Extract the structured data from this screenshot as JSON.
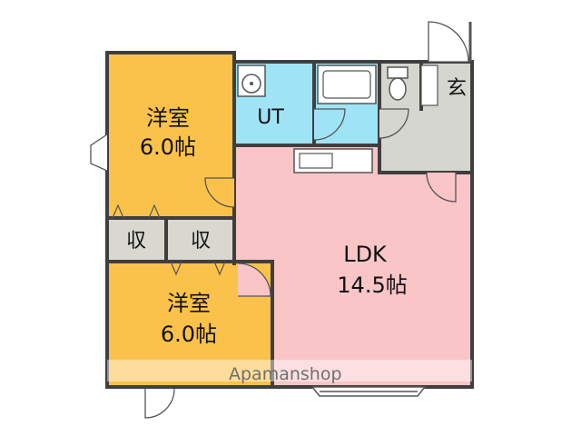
{
  "floorplan": {
    "rooms": {
      "western_room_top": {
        "name": "洋室",
        "size": "6.0帖"
      },
      "western_room_bottom": {
        "name": "洋室",
        "size": "6.0帖"
      },
      "ldk": {
        "name": "LDK",
        "size": "14.5帖"
      },
      "utility": {
        "name": "UT"
      },
      "entrance": {
        "name": "玄"
      },
      "storage_left": {
        "name": "収"
      },
      "storage_right": {
        "name": "収"
      }
    },
    "watermark": "Apamanshop",
    "colors": {
      "western_room": "#fbc24b",
      "ldk": "#f9c5c7",
      "wet_area": "#9fe3f6",
      "entrance": "#d6d6d0",
      "storage": "#d8d8cf",
      "wall": "#3f3f3f"
    }
  }
}
